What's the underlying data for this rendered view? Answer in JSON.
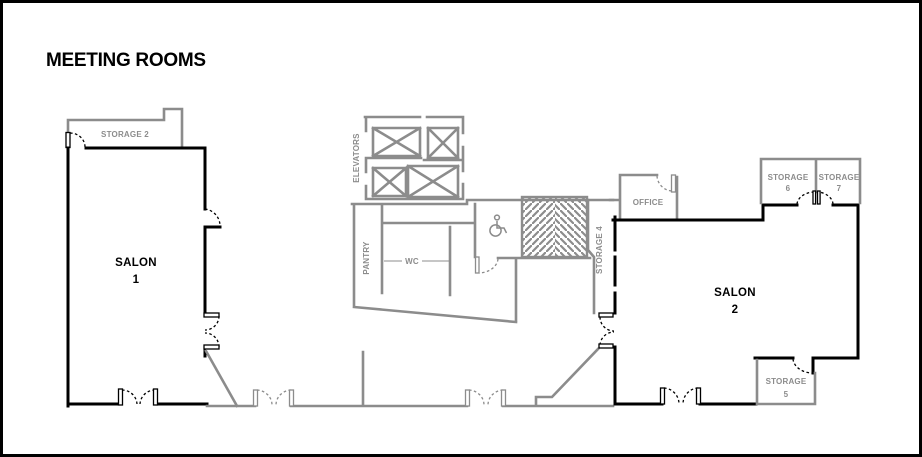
{
  "title": "MEETING ROOMS",
  "colors": {
    "primary_wall": "#000000",
    "secondary_wall": "#8c8c8c",
    "label_gray": "#8c8c8c",
    "label_black": "#000000",
    "background": "#ffffff"
  },
  "labels": {
    "salon1": {
      "line1": "SALON",
      "line2": "1"
    },
    "salon2": {
      "line1": "SALON",
      "line2": "2"
    },
    "storage2": "STORAGE 2",
    "storage4": "STORAGE 4",
    "storage5": {
      "line1": "STORAGE",
      "line2": "5"
    },
    "storage6": {
      "line1": "STORAGE",
      "line2": "6"
    },
    "storage7": {
      "line1": "STORAGE",
      "line2": "7"
    },
    "office": "OFFICE",
    "pantry": "PANTRY",
    "wc": "WC",
    "elevators": "ELEVATORS"
  },
  "icons": {
    "accessible_wc": "wheelchair-icon",
    "stairs": "chevron-hatch-stairs"
  }
}
